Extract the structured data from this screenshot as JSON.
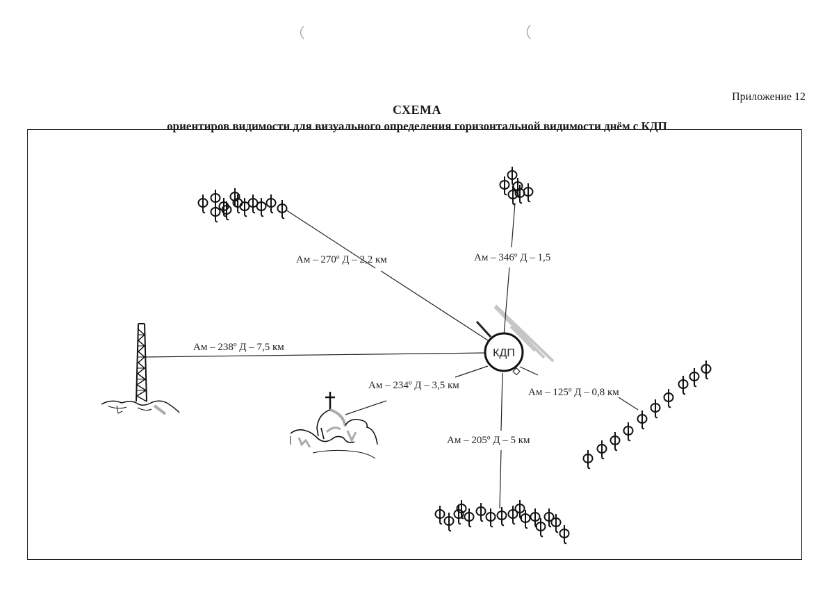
{
  "appendix": "Приложение 12",
  "title": "СХЕМА",
  "subtitle": "ориентиров видимости для визуального определения горизонтальной видимости днём с КДП",
  "center": {
    "label": "КДП"
  },
  "landmarks": [
    {
      "id": "forest-north-west",
      "icon": "tree-group-icon",
      "label": "Ам – 270º Д – 2,2 км"
    },
    {
      "id": "forest-north",
      "icon": "tree-group-icon",
      "label": "Ам – 346º Д – 1,5"
    },
    {
      "id": "tower-west",
      "icon": "radio-tower-icon",
      "label": "Ам – 238º Д – 7,5 км"
    },
    {
      "id": "church-south-west",
      "icon": "church-icon",
      "label": "Ам – 234º Д – 3,5 км"
    },
    {
      "id": "forest-south-east",
      "icon": "tree-group-icon",
      "label": "Ам – 125º Д – 0,8 км"
    },
    {
      "id": "forest-south",
      "icon": "tree-group-icon",
      "label": "Ам – 205º Д – 5 км"
    }
  ],
  "colors": {
    "ink": "#1a1a1a",
    "faded": "#b8b8b8"
  }
}
